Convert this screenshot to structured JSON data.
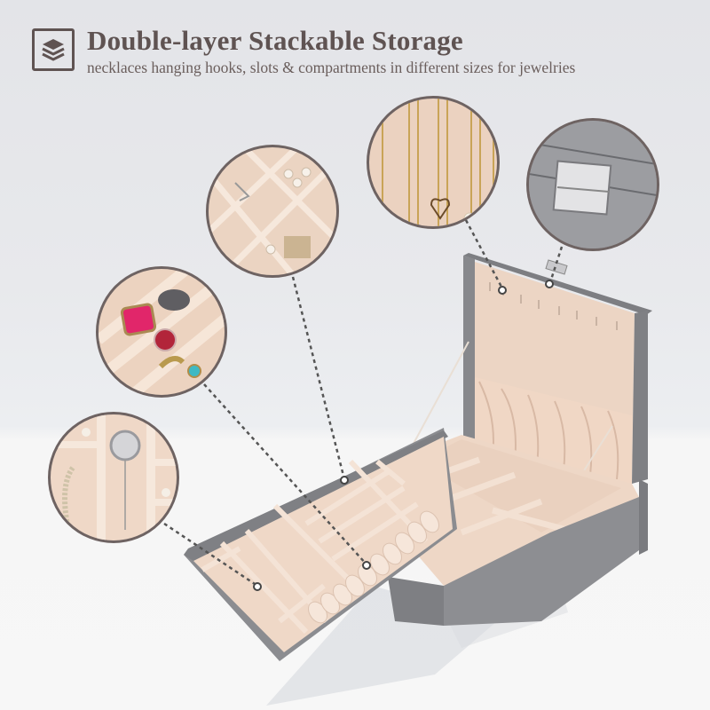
{
  "header": {
    "icon": "layers-stack-icon",
    "title": "Double-layer Stackable Storage",
    "subtitle": "necklaces hanging hooks, slots & compartments in different sizes for jewelries"
  },
  "callouts": [
    {
      "name": "necklace-hooks-detail",
      "description": "gold necklaces with heart and pearl pendants on hooks"
    },
    {
      "name": "clasp-detail",
      "description": "silver metal clasp on grey leather lid"
    },
    {
      "name": "earring-grid-detail",
      "description": "small grid compartments with earrings and pearls"
    },
    {
      "name": "ring-rolls-detail",
      "description": "ring rolls holding rings with pink, multi-gem and turquoise stones"
    },
    {
      "name": "long-compartment-detail",
      "description": "long slots with brooch and bracelets"
    }
  ],
  "colors": {
    "text": "#5f5352",
    "box_grey": "#8a8b8f",
    "velvet": "#efd8c7",
    "callout_border": "#6e6362",
    "background": "#e8e9ec"
  }
}
